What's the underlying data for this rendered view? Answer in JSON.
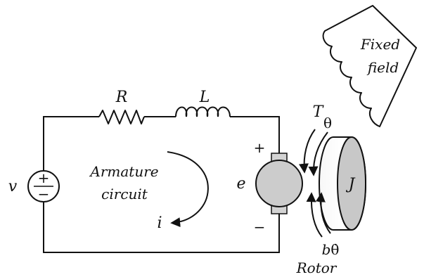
{
  "labels": {
    "resistor": "R",
    "inductor": "L",
    "voltage_source": "v",
    "source_plus": "+",
    "source_minus": "−",
    "armature_line1": "Armature",
    "armature_line2": "circuit",
    "current": "i",
    "back_emf": "e",
    "motor_plus": "+",
    "motor_minus": "−",
    "torque": "T",
    "angle": "θ",
    "inertia": "J",
    "damping_b": "b",
    "damping_theta_dot": "θ̇",
    "rotor": "Rotor",
    "fixed_field_line1": "Fixed",
    "fixed_field_line2": "field"
  },
  "colors": {
    "line": "#111111",
    "motor_body": "#cccccc",
    "motor_terminal": "#d3d3d3",
    "rotor_face": "#c8c8c8",
    "rotor_edge": "#e6e6e6"
  }
}
